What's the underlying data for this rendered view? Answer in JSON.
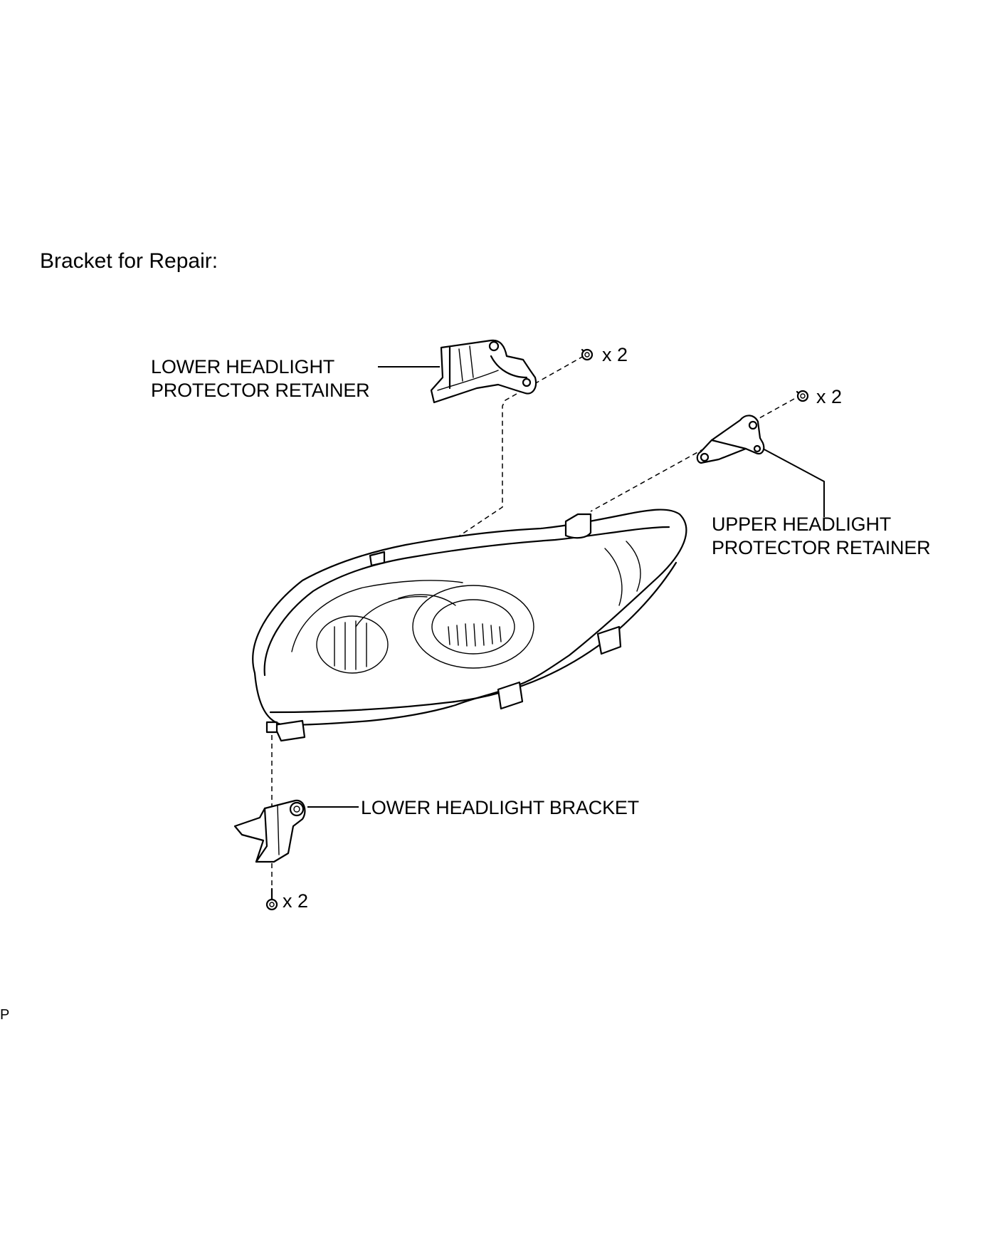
{
  "heading": "Bracket for Repair:",
  "labels": {
    "lower_retainer_line1": "LOWER HEADLIGHT",
    "lower_retainer_line2": "PROTECTOR RETAINER",
    "upper_retainer_line1": "UPPER HEADLIGHT",
    "upper_retainer_line2": "PROTECTOR RETAINER",
    "lower_bracket": "LOWER HEADLIGHT BRACKET"
  },
  "fastener_qty": {
    "lower_retainer": "x 2",
    "upper_retainer": "x 2",
    "lower_bracket": "x 2"
  },
  "corner_code": "P"
}
